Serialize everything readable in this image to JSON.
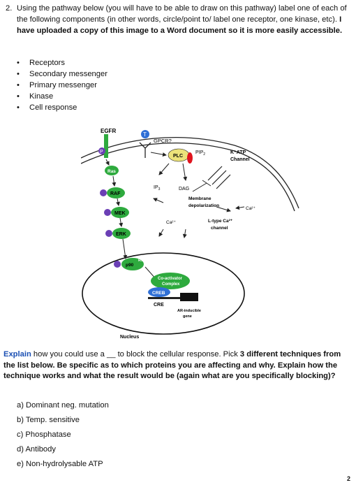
{
  "question": {
    "number": "2.",
    "intro": "Using the pathway below (you will have to be able to draw on this pathway) label one of each of the following components (in other words, circle/point to/ label one receptor, one kinase, etc).",
    "bold": "I have uploaded a copy of this image to a Word document so it is more easily accessible."
  },
  "components": [
    "Receptors",
    "Secondary messenger",
    "Primary messenger",
    "Kinase",
    "Cell response"
  ],
  "diagram": {
    "egfr": "EGFR",
    "gpcr": "GPCR?",
    "t": "T",
    "p": "P",
    "plc": "PLC",
    "pip2": "PIP",
    "pip2_sub": "2",
    "katp": "K⁺ATP",
    "channel": "Channel",
    "ras": "Ras",
    "raf": "RAF",
    "mek": "MEK",
    "erk": "ERK",
    "ip3": "IP",
    "ip3_sub": "3",
    "dag": "DAG",
    "membrane": "Membrane",
    "depolarization": "depolarization",
    "ca": "Ca²⁺",
    "ltype": "L-type Ca²⁺",
    "ltype2": "channel",
    "p90": "p90",
    "rsk": "Rsk",
    "coactivator": "Co-activator",
    "complex": "Complex",
    "creb": "CREB",
    "cre": "CRE",
    "ar_inducible": "AR-inducible",
    "gene": "gene",
    "nucleus": "Nucleus"
  },
  "explain": {
    "word": "Explain",
    "part1": " how you could use a __ to block the cellular response. Pick ",
    "bold1": "3 different techniques from the list below. Be specific as to which proteins you are affecting and why. Explain how the technique works and what the result would be (again what are you specifically blocking)?"
  },
  "options": [
    "a)  Dominant neg. mutation",
    "b)  Temp. sensitive",
    "c)  Phosphatase",
    "d)  Antibody",
    "e)  Non-hydrolysable ATP"
  ],
  "page_number": "2",
  "colors": {
    "green": "#2eaa3e",
    "purple": "#6b3fb5",
    "blue": "#2f6fd6",
    "red": "#e0141e",
    "yellow": "#ece27a",
    "explain": "#1a4fb3"
  }
}
